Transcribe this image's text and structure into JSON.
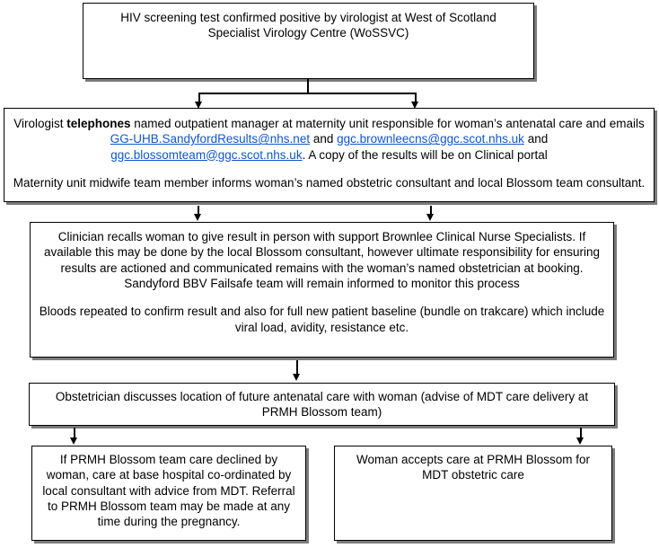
{
  "diagram": {
    "title": "HIV screening positive result pathway flowchart",
    "link_color": "#1155cc",
    "boxes": {
      "box1": {
        "line1": "HIV screening test confirmed positive by virologist at West of Scotland",
        "line2": "Specialist Virology Centre (WoSSVC)"
      },
      "box2": {
        "p1_a": "Virologist ",
        "p1_bold": "telephones",
        "p1_b": " named outpatient manager at maternity unit responsible for woman’s antenatal care and emails ",
        "email1": "GG-UHB.SandyfordResults@nhs.net",
        "p1_c": " and ",
        "email2": "ggc.brownleecns@ggc.scot.nhs.uk",
        "p1_d": " and ",
        "email3": "ggc.blossomteam@ggc.scot.nhs.uk",
        "p1_e": ".   A copy of the results will be on Clinical portal",
        "p2": "Maternity unit midwife team member informs woman’s named obstetric consultant and local Blossom team consultant."
      },
      "box3": {
        "p1": "Clinician recalls woman to give result in person with support Brownlee Clinical Nurse Specialists.  If available this may be done by the local Blossom consultant, however ultimate responsibility for ensuring results are actioned and communicated remains with the woman’s named obstetrician at booking.",
        "p2": "Sandyford BBV Failsafe team will remain informed to monitor this process",
        "p3": "Bloods repeated to confirm result and also for full new patient baseline (bundle on trakcare) which include viral load, avidity, resistance etc."
      },
      "box4": {
        "p1": "Obstetrician discusses location of future antenatal care with woman (advise of MDT care delivery at PRMH Blossom team)"
      },
      "box5": {
        "p1": "If PRMH Blossom team care declined by woman, care at base hospital co-ordinated by local consultant with advice from MDT. Referral to PRMH Blossom team may be made at any time during the pregnancy."
      },
      "box6": {
        "p1": "Woman accepts care at PRMH Blossom for MDT obstetric care"
      }
    },
    "connectors": [
      {
        "name": "box1-to-box2-split-left",
        "kind": "arrow-down"
      },
      {
        "name": "box1-to-box2-split-right",
        "kind": "arrow-down"
      },
      {
        "name": "box2-to-box3-left",
        "kind": "arrow-down"
      },
      {
        "name": "box2-to-box3-right",
        "kind": "arrow-down"
      },
      {
        "name": "box3-to-box4",
        "kind": "arrow-down"
      },
      {
        "name": "box4-to-box5",
        "kind": "arrow-down"
      },
      {
        "name": "box4-to-box6",
        "kind": "arrow-down"
      }
    ]
  }
}
